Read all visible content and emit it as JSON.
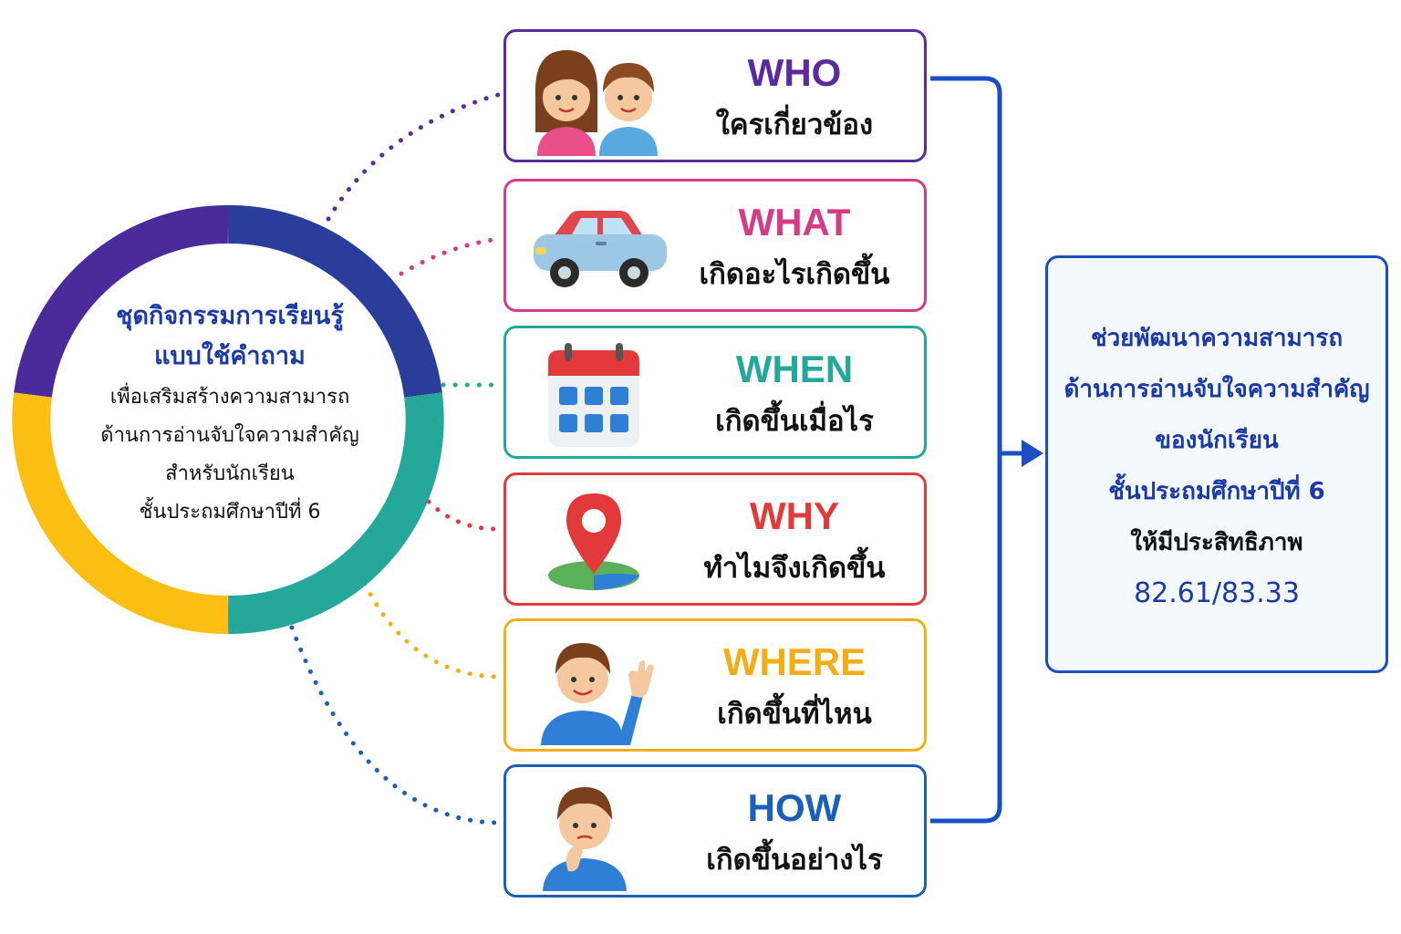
{
  "center": {
    "title_line1": "ชุดกิจกรรมการเรียนรู้",
    "title_line2": "แบบใช้คำถาม",
    "sub_line1": "เพื่อเสริมสร้างความสามารถ",
    "sub_line2": "ด้านการอ่านจับใจความสำคัญ",
    "sub_line3": "สำหรับนักเรียน",
    "sub_line4": "ชั้นประถมศึกษาปีที่ 6",
    "ring_colors": [
      "#4b2a9c",
      "#2a3d9a",
      "#25a89a",
      "#fbbf14"
    ]
  },
  "questions": [
    {
      "word": "WHO",
      "thai": "ใครเกี่ยวข้อง",
      "color": "#5a2a9e",
      "icon": "children-icon"
    },
    {
      "word": "WHAT",
      "thai": "เกิดอะไรเกิดขึ้น",
      "color": "#d63c86",
      "icon": "car-icon"
    },
    {
      "word": "WHEN",
      "thai": "เกิดขึ้นเมื่อไร",
      "color": "#22a99a",
      "icon": "calendar-icon"
    },
    {
      "word": "WHY",
      "thai": "ทำไมจึงเกิดขึ้น",
      "color": "#e23a3a",
      "icon": "map-pin-icon"
    },
    {
      "word": "WHERE",
      "thai": "เกิดขึ้นที่ไหน",
      "color": "#f3ae14",
      "icon": "waving-boy-icon"
    },
    {
      "word": "HOW",
      "thai": "เกิดขึ้นอย่างไร",
      "color": "#1a5fb8",
      "icon": "thinking-boy-icon"
    }
  ],
  "result": {
    "line1": "ช่วยพัฒนาความสามารถ",
    "line2": "ด้านการอ่านจับใจความสำคัญ",
    "line3": "ของนักเรียน",
    "line4": "ชั้นประถมศึกษาปีที่ 6",
    "line5": "ให้มีประสิทธิภาพ",
    "line6": "82.61/83.33"
  },
  "colors": {
    "connector": "#1a4fc4"
  }
}
